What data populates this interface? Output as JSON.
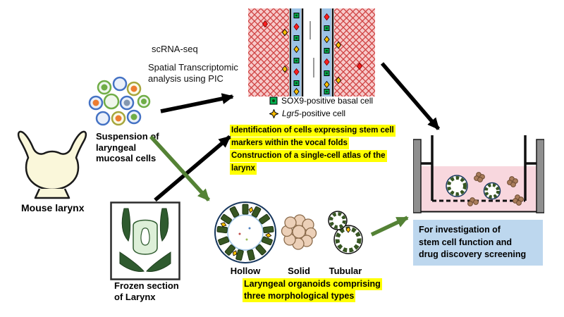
{
  "figure": {
    "mouse_larynx_label": "Mouse larynx",
    "suspension_label": "Suspension of laryngeal mucosal cells",
    "frozen_section_label": "Frozen section of Larynx"
  },
  "methods": {
    "scrna_seq": "scRNA-seq",
    "spatial": "Spatial Transcriptomic analysis using PIC"
  },
  "legend": {
    "sox9": "SOX9-positive basal cell",
    "lgr5_gene": "Lgr5",
    "lgr5_suffix": "-positive cell"
  },
  "findings": {
    "lines": [
      "Identification of cells expressing stem cell",
      "markers within the vocal folds",
      "Construction of a single-cell atlas of the",
      "larynx"
    ]
  },
  "organoids": {
    "hollow_label": "Hollow",
    "solid_label": "Solid",
    "tubular_label": "Tubular",
    "caption_lines": [
      "Laryngeal organoids comprising",
      "three morphological types"
    ]
  },
  "application": {
    "lines": [
      "For investigation of",
      "stem cell function and",
      "drug discovery screening"
    ]
  },
  "icons": {
    "sox9_icon": "green-square-cell",
    "lgr5_icon": "orange-star-cell",
    "arrows": [
      "black-arrow",
      "green-arrow"
    ]
  },
  "colors": {
    "highlight_yellow": "#ffff00",
    "application_box_blue": "#bdd7ee",
    "arrow_green": "#548235",
    "arrow_black": "#000000",
    "sox9_green": "#00b050",
    "lgr5_orange": "#ffc000",
    "tissue_dark_green": "#2f5b2f",
    "epithelium_blue": "#9dc3e6",
    "medium_pink": "#f8d7de"
  }
}
